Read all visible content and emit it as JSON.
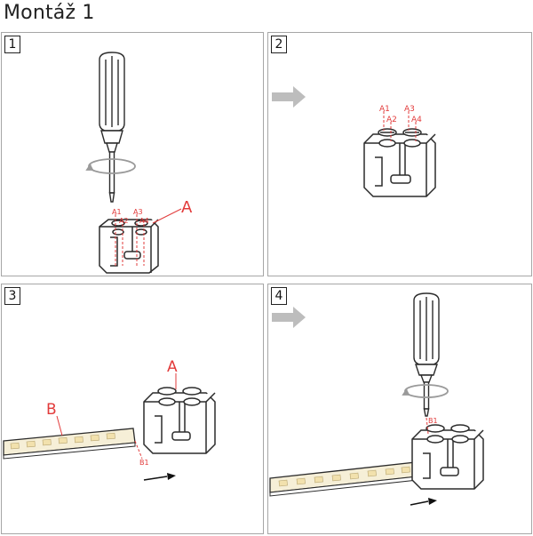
{
  "title": "Montáž 1",
  "panels": [
    {
      "number": "1",
      "labels": {
        "a": "A",
        "a1": "A1",
        "a2": "A2",
        "a3": "A3",
        "a4": "A4"
      }
    },
    {
      "number": "2",
      "labels": {
        "a1": "A1",
        "a2": "A2",
        "a3": "A3",
        "a4": "A4"
      }
    },
    {
      "number": "3",
      "labels": {
        "a": "A",
        "b": "B",
        "b1": "B1"
      }
    },
    {
      "number": "4",
      "labels": {
        "b1": "B1"
      }
    }
  ],
  "colors": {
    "outline": "#2b2b2b",
    "annotation": "#e23b3b",
    "arrow": "#bdbdbd",
    "panel_border": "#a6a6a6",
    "led_strip": "#f6efd7"
  }
}
